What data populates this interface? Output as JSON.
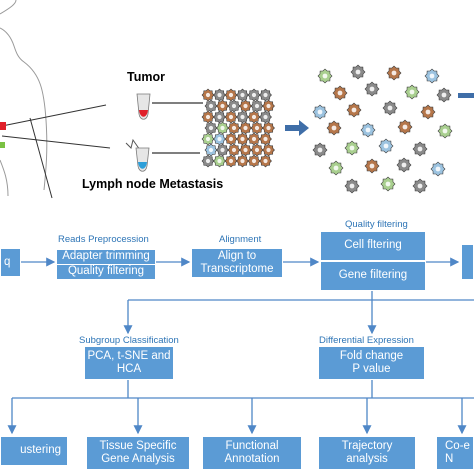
{
  "specimens": {
    "tumor_label": "Tumor",
    "lymph_label": "Lymph node Metastasis"
  },
  "colors": {
    "box_fill": "#5b9bd5",
    "label_text": "#2e75b6",
    "connector": "#4f87c7",
    "tumor_tube": "#e0202a",
    "lymph_tube": "#2d9fd9",
    "cell_brown": "#b5764a",
    "cell_grey": "#8a8a8a",
    "cell_green": "#a9cf8f",
    "cell_blue": "#9cc3e0"
  },
  "pipeline": {
    "input_box": "q",
    "reads_label": "Reads Preprocession",
    "adapter_trimming": "Adapter trimming",
    "quality_filtering_read": "Quality filtering",
    "alignment_label": "Alignment",
    "align_line1": "Align to",
    "align_line2": "Transcriptome",
    "quality_label": "Quality filtering",
    "cell_filtering": "Cell fltering",
    "gene_filtering": "Gene filtering"
  },
  "analysis": {
    "subgroup_label": "Subgroup Classification",
    "subgroup_line1": "PCA, t-SNE and",
    "subgroup_line2": "HCA",
    "de_label": "Differential Expression",
    "de_line1": "Fold change",
    "de_line2": "P value"
  },
  "outputs": {
    "clustering": "ustering",
    "tissue_line1": "Tissue Specific",
    "tissue_line2": "Gene Analysis",
    "functional_line1": "Functional",
    "functional_line2": "Annotation",
    "trajectory_line1": "Trajectory",
    "trajectory_line2": "analysis",
    "coexp_line1": "Co-e",
    "coexp_line2": "N"
  }
}
